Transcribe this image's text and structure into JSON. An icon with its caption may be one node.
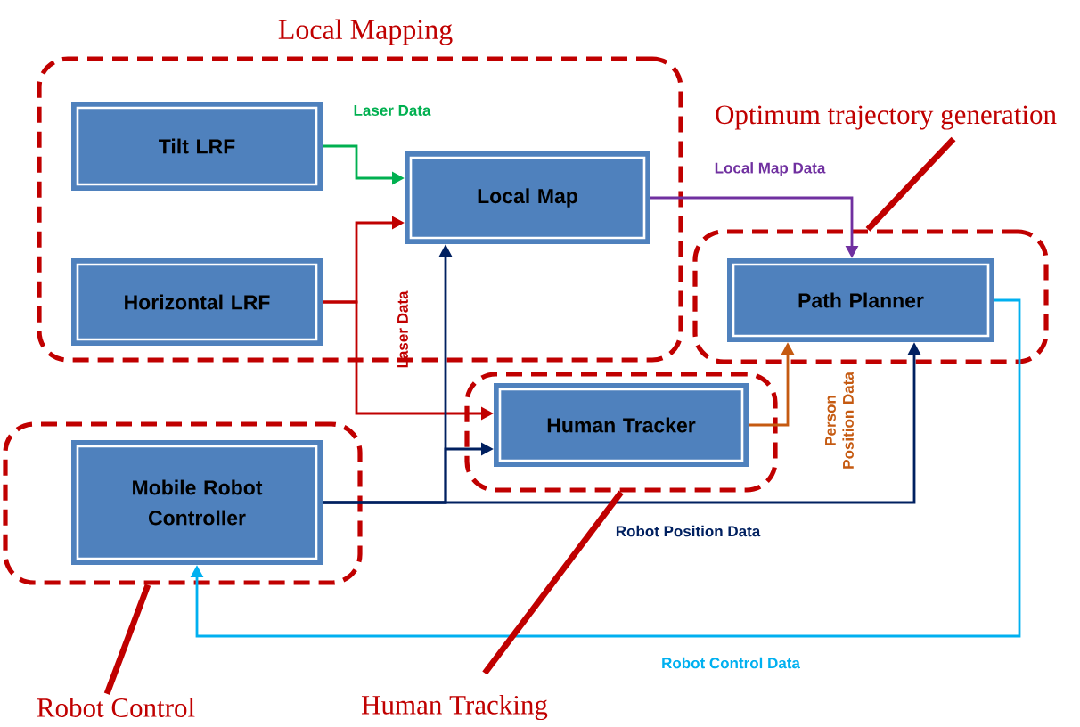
{
  "diagram": {
    "nodes": [
      {
        "text": [
          "Local Mapping"
        ]
      },
      {
        "text": [
          "Tilt LRF"
        ],
        "in": 0
      },
      {
        "text": [
          "Horizontal LRF"
        ],
        "in": 0
      },
      {
        "text": [
          "Local Map"
        ],
        "in": 0
      },
      {
        "text": [
          "Optimum trajectory generation"
        ]
      },
      {
        "text": [],
        "shape": "box"
      },
      {
        "text": [
          "Path Planner"
        ],
        "in": 5
      },
      {
        "text": [],
        "shape": "box"
      },
      {
        "text": [
          "Human Tracker"
        ],
        "in": 7
      },
      {
        "text": [],
        "shape": "box"
      },
      {
        "text": [
          "Mobile Robot Controller"
        ],
        "in": 9
      },
      {
        "text": [
          "Robot Control"
        ]
      },
      {
        "text": [
          "Human Tracking"
        ]
      }
    ],
    "edges": [
      {
        "from": 1,
        "to": 3,
        "arrow": "to",
        "label": "Laser Data",
        "color": "#00b050"
      },
      {
        "from": 2,
        "to": 3,
        "arrow": "to",
        "color": "#c00000"
      },
      {
        "from": 2,
        "to": 8,
        "arrow": "to",
        "label": "Laser Data",
        "color": "#c00000"
      },
      {
        "from": 3,
        "to": 6,
        "arrow": "to",
        "label": "Local Map Data",
        "color": "#7030a0"
      },
      {
        "from": 8,
        "to": 6,
        "arrow": "to",
        "label": "Person Position Data",
        "color": "#c55a11"
      },
      {
        "from": 10,
        "to": 3,
        "arrow": "to",
        "color": "#002060"
      },
      {
        "from": 10,
        "to": 8,
        "arrow": "to",
        "color": "#002060"
      },
      {
        "from": 10,
        "to": 6,
        "arrow": "to",
        "label": "Robot Position Data",
        "color": "#002060"
      },
      {
        "from": 6,
        "to": 10,
        "arrow": "to",
        "label": "Robot Control Data",
        "color": "#00b0f0"
      },
      {
        "from": 4,
        "to": 5,
        "arrow": "none",
        "style": "thick",
        "color": "#c00000"
      },
      {
        "from": 11,
        "to": 9,
        "arrow": "none",
        "style": "thick",
        "color": "#c00000"
      },
      {
        "from": 12,
        "to": 7,
        "arrow": "none",
        "style": "thick",
        "color": "#c00000"
      }
    ]
  }
}
